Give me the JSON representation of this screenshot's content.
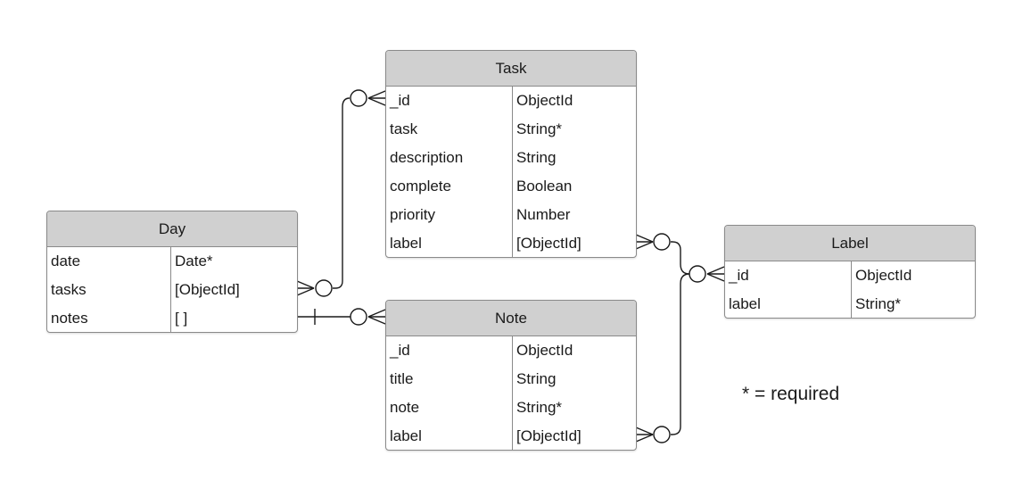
{
  "entities": {
    "task": {
      "title": "Task",
      "fields": [
        {
          "name": "_id",
          "type": "ObjectId"
        },
        {
          "name": "task",
          "type": "String*"
        },
        {
          "name": "description",
          "type": "String"
        },
        {
          "name": "complete",
          "type": "Boolean"
        },
        {
          "name": "priority",
          "type": "Number"
        },
        {
          "name": "label",
          "type": "[ObjectId]"
        }
      ]
    },
    "day": {
      "title": "Day",
      "fields": [
        {
          "name": "date",
          "type": "Date*"
        },
        {
          "name": "tasks",
          "type": "[ObjectId]"
        },
        {
          "name": "notes",
          "type": "[ ]"
        }
      ]
    },
    "note": {
      "title": "Note",
      "fields": [
        {
          "name": "_id",
          "type": "ObjectId"
        },
        {
          "name": "title",
          "type": "String"
        },
        {
          "name": "note",
          "type": "String*"
        },
        {
          "name": "label",
          "type": "[ObjectId]"
        }
      ]
    },
    "label": {
      "title": "Label",
      "fields": [
        {
          "name": "_id",
          "type": "ObjectId"
        },
        {
          "name": "label",
          "type": "String*"
        }
      ]
    }
  },
  "legend": {
    "required_note": "* = required"
  },
  "relationships": [
    {
      "from": "day.tasks",
      "to": "task._id",
      "from_end": "crow-foot-zero",
      "to_end": "crow-foot-zero"
    },
    {
      "from": "day.notes",
      "to": "note",
      "from_end": "one",
      "to_end": "crow-foot-zero"
    },
    {
      "from": "task.label",
      "to": "label._id",
      "from_end": "crow-foot-zero",
      "to_end": "crow-foot-zero"
    },
    {
      "from": "note.label",
      "to": "label._id",
      "from_end": "crow-foot-zero",
      "to_end": "crow-foot-zero"
    }
  ]
}
